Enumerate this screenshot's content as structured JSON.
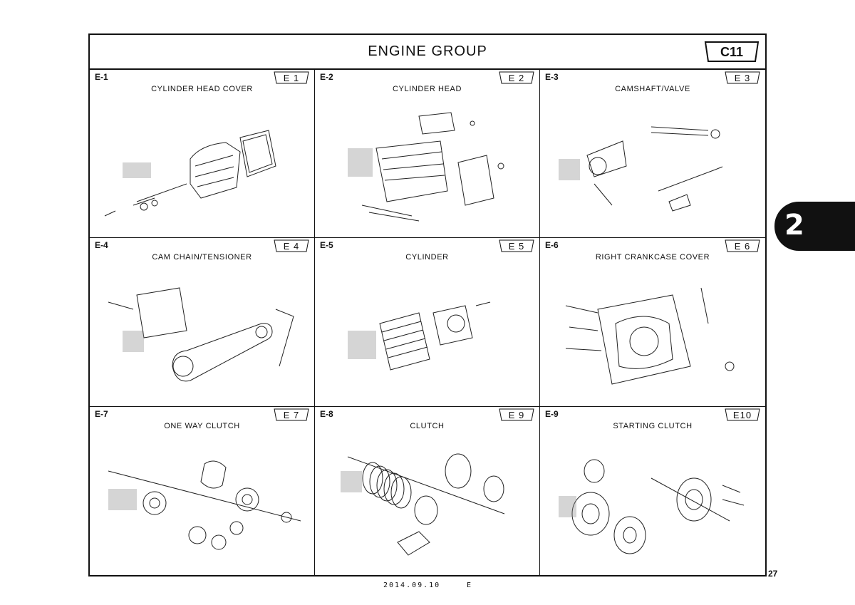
{
  "header": {
    "title": "ENGINE GROUP",
    "section": "C11"
  },
  "cells": [
    {
      "code": "E-1",
      "tag": "E 1",
      "title": "CYLINDER HEAD COVER"
    },
    {
      "code": "E-2",
      "tag": "E 2",
      "title": "CYLINDER HEAD"
    },
    {
      "code": "E-3",
      "tag": "E 3",
      "title": "CAMSHAFT/VALVE"
    },
    {
      "code": "E-4",
      "tag": "E 4",
      "title": "CAM CHAIN/TENSIONER"
    },
    {
      "code": "E-5",
      "tag": "E 5",
      "title": "CYLINDER"
    },
    {
      "code": "E-6",
      "tag": "E 6",
      "title": "RIGHT CRANKCASE COVER"
    },
    {
      "code": "E-7",
      "tag": "E 7",
      "title": "ONE WAY CLUTCH"
    },
    {
      "code": "E-8",
      "tag": "E 9",
      "title": "CLUTCH"
    },
    {
      "code": "E-9",
      "tag": "E10",
      "title": "STARTING CLUTCH"
    }
  ],
  "side_tab": "2",
  "page_number": "27",
  "footer": {
    "date": "2014.09.10",
    "letter": "E"
  }
}
